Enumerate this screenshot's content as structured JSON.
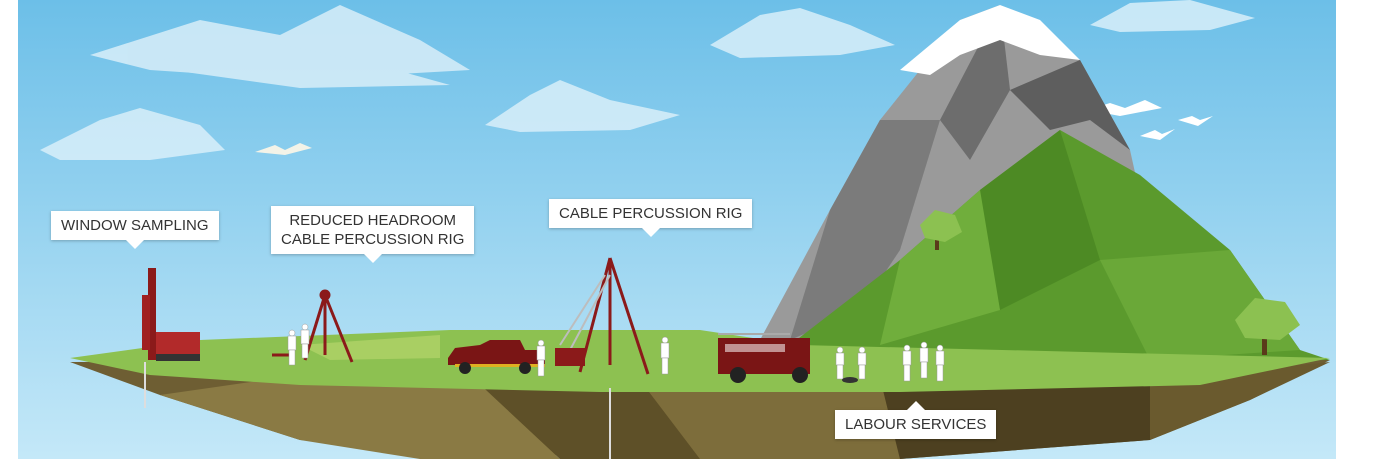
{
  "labels": {
    "window_sampling": "WINDOW SAMPLING",
    "reduced_headroom_line1": "REDUCED HEADROOM",
    "reduced_headroom_line2": "CABLE PERCUSSION RIG",
    "cable_percussion": "CABLE PERCUSSION RIG",
    "labour_services": "LABOUR SERVICES"
  },
  "colors": {
    "sky_top": "#6fc1e8",
    "sky_bottom": "#bfe6f7",
    "grass": "#8cc04f",
    "mountain_green": "#5a9a2e",
    "rock_grey": "#8a8a8a",
    "earth": "#7a6a3a",
    "rig_red": "#8b1a1a"
  },
  "icons": [
    "cloud-icon",
    "bird-icon",
    "tree-icon",
    "drill-rig-icon",
    "tripod-rig-icon",
    "pickup-truck-icon",
    "land-rover-icon",
    "worker-icon"
  ]
}
